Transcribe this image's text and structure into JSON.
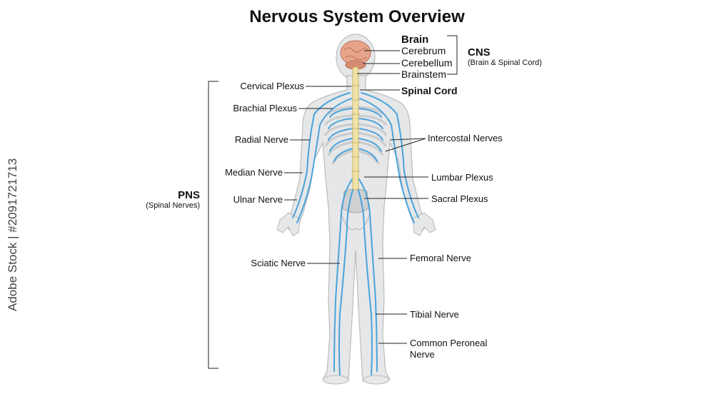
{
  "title": "Nervous System Overview",
  "cns": {
    "heading": "CNS",
    "sub": "(Brain & Spinal Cord)",
    "brain": "Brain",
    "cerebrum": "Cerebrum",
    "cerebellum": "Cerebellum",
    "brainstem": "Brainstem",
    "spinal_cord": "Spinal Cord"
  },
  "pns": {
    "heading": "PNS",
    "sub": "(Spinal Nerves)"
  },
  "left_labels": {
    "cervical": "Cervical Plexus",
    "brachial": "Brachial Plexus",
    "radial": "Radial Nerve",
    "median": "Median Nerve",
    "ulnar": "Ulnar Nerve",
    "sciatic": "Sciatic Nerve"
  },
  "right_labels": {
    "intercostal": "Intercostal Nerves",
    "lumbar": "Lumbar Plexus",
    "sacral": "Sacral Plexus",
    "femoral": "Femoral Nerve",
    "tibial": "Tibial Nerve",
    "peroneal_1": "Common Peroneal",
    "peroneal_2": "Nerve"
  },
  "watermark": "Adobe Stock | #2091721713",
  "colors": {
    "nerve": "#4aa3db",
    "body": "#e6e7e8",
    "body_outline": "#b9bcbf",
    "brain": "#e8a48a",
    "spine": "#efe2a6",
    "bone": "#d9d9d9"
  }
}
